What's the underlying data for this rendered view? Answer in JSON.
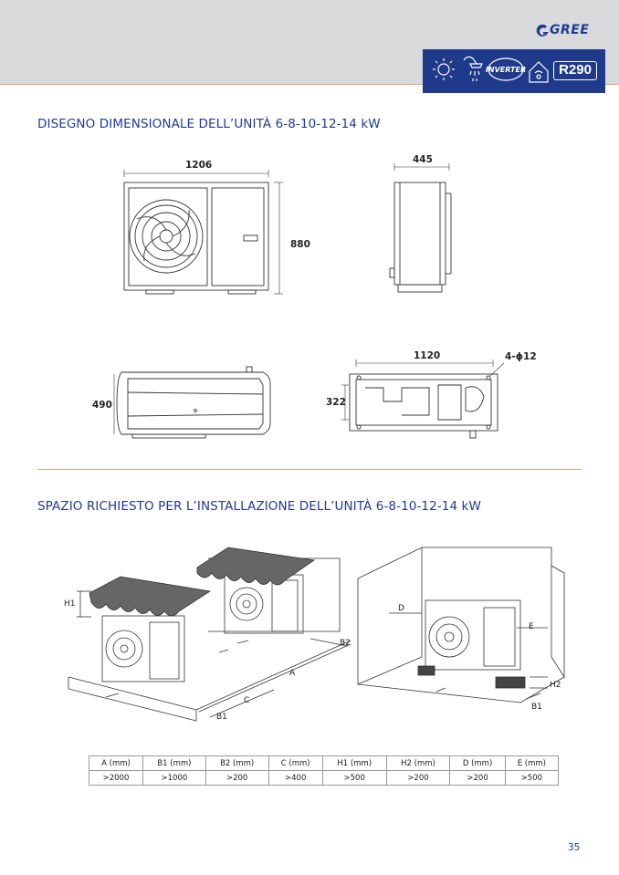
{
  "brand": {
    "logo_text": "GREE"
  },
  "badges": {
    "refrigerant": "R290",
    "inverter": "INVERTER"
  },
  "section1": {
    "title": "DISEGNO DIMENSIONALE DELL’UNITÀ 6-8-10-12-14 kW"
  },
  "section2": {
    "title": "SPAZIO RICHIESTO PER L’INSTALLAZIONE DELL’UNITÀ 6-8-10-12-14 kW"
  },
  "dimensions": {
    "width": "1206",
    "height": "880",
    "depth": "445",
    "top_depth": "490",
    "base_width": "1120",
    "holes": "4-ϕ12",
    "base_depth": "322"
  },
  "install_labels": {
    "h1": "H1",
    "a": "A",
    "b1": "B1",
    "b2": "B2",
    "c": "C",
    "d": "D",
    "e": "E",
    "h2": "H2",
    "b1_right": "B1"
  },
  "table": {
    "headers": [
      "A (mm)",
      "B1 (mm)",
      "B2 (mm)",
      "C (mm)",
      "H1 (mm)",
      "H2 (mm)",
      "D (mm)",
      "E (mm)"
    ],
    "values": [
      ">2000",
      ">1000",
      ">200",
      ">400",
      ">500",
      ">200",
      ">200",
      ">500"
    ]
  },
  "page_number": "35"
}
